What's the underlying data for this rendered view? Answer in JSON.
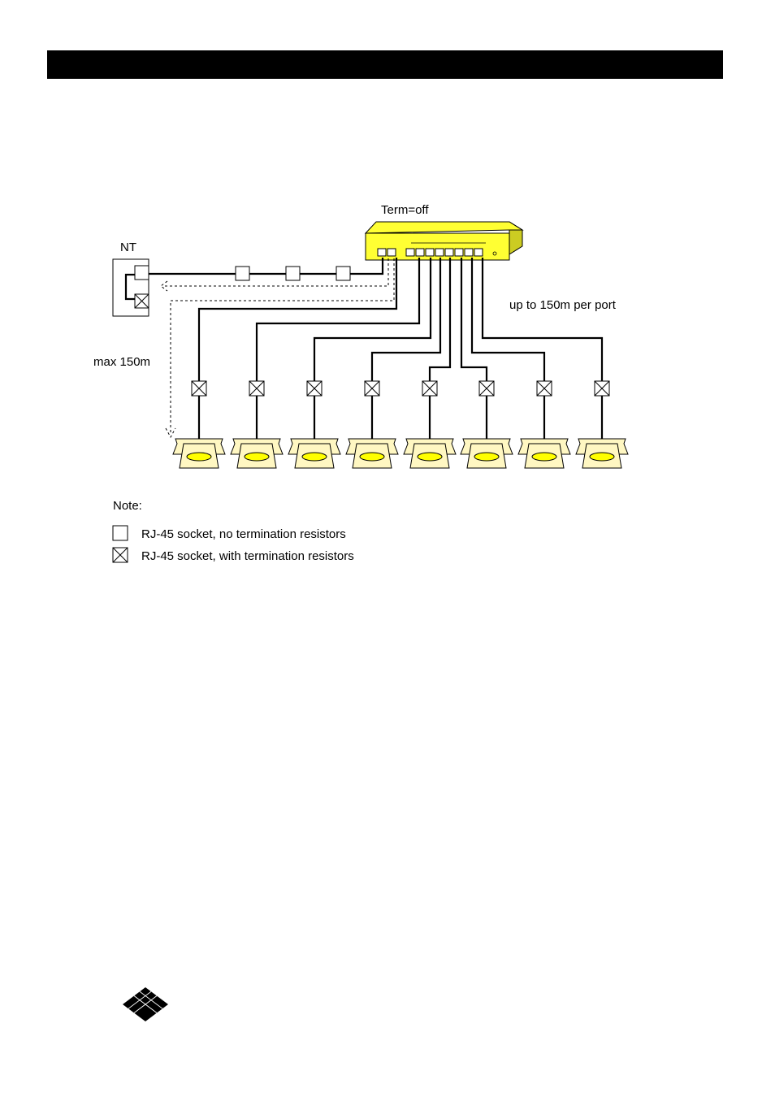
{
  "header": {
    "title": ""
  },
  "diagram": {
    "labels": {
      "term": "Term=off",
      "nt": "NT",
      "max_distance": "max 150m",
      "port_distance": "up to 150m per port"
    },
    "phone_count": 8,
    "colors": {
      "switch_body": "#ffff33",
      "phone_body": "#fff7c2",
      "phone_display": "#ffff00"
    }
  },
  "note": {
    "title": "Note:",
    "items": [
      {
        "icon": "rj45-socket-plain-icon",
        "label": "RJ-45 socket, no termination resistors"
      },
      {
        "icon": "rj45-socket-terminated-icon",
        "label": "RJ-45 socket, with termination resistors"
      }
    ]
  }
}
